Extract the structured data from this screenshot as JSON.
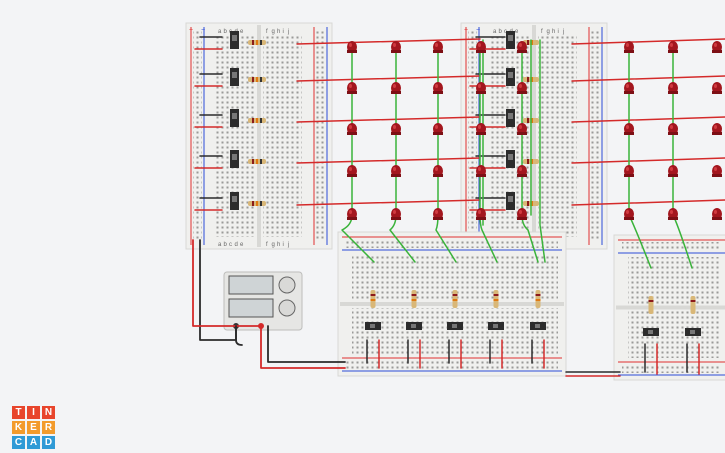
{
  "app": {
    "name": "Tinkercad",
    "logo_letters": [
      "T",
      "I",
      "N",
      "K",
      "E",
      "R",
      "C",
      "A",
      "D"
    ],
    "logo_colors": [
      "#e8452c",
      "#e8452c",
      "#e8452c",
      "#f39b2c",
      "#f39b2c",
      "#f39b2c",
      "#2f9ad6",
      "#2f9ad6",
      "#2f9ad6"
    ]
  },
  "breadboard": {
    "column_letters_top": [
      "a",
      "b",
      "c",
      "d",
      "e",
      "f",
      "g",
      "h",
      "i",
      "j"
    ],
    "rail_labels": [
      "+",
      "−"
    ]
  },
  "power_supply": {
    "display_1": "",
    "display_2": ""
  },
  "colors": {
    "background": "#f3f4f6",
    "board": "#f0f0ee",
    "board_edge": "#d8d8d5",
    "rail_red": "#e03030",
    "rail_blue": "#2c4bd8",
    "wire_red": "#d42a2a",
    "wire_green": "#3ab33a",
    "wire_black": "#2b2b2b",
    "led": "#a3161e",
    "led_highlight": "#d13a40",
    "switch": "#2c2c2c",
    "resistor_body": "#d9b777"
  }
}
